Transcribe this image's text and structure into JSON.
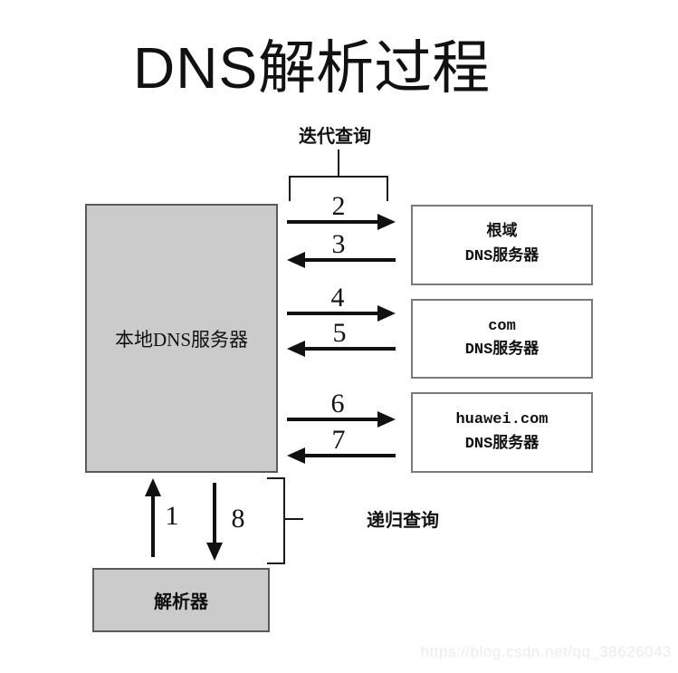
{
  "title": {
    "latin": "DNS",
    "cjk": "解析过程"
  },
  "annotations": {
    "iterative": "迭代查询",
    "recursive": "递归查询"
  },
  "nodes": {
    "local_dns": "本地DNS服务器",
    "resolver": "解析器",
    "servers": [
      {
        "line1": "根域",
        "line2": "DNS服务器"
      },
      {
        "line1": "com",
        "line2": "DNS服务器"
      },
      {
        "line1": "huawei.com",
        "line2": "DNS服务器"
      }
    ]
  },
  "steps": {
    "s1": "1",
    "s2": "2",
    "s3": "3",
    "s4": "4",
    "s5": "5",
    "s6": "6",
    "s7": "7",
    "s8": "8"
  },
  "watermark": "https://blog.csdn.net/qq_38626043",
  "colors": {
    "node_fill": "#cbcbcb",
    "node_border": "#5a5a5a",
    "server_border": "#7a7a7a",
    "line": "#111111",
    "watermark_text": "#ececec"
  }
}
